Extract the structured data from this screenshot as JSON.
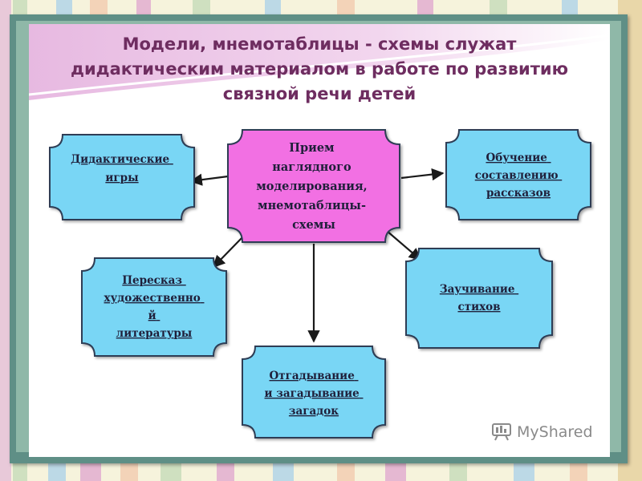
{
  "title_lines": [
    "Модели, мнемотаблицы - схемы служат",
    "дидактическим материалом в работе по развитию",
    "связной речи детей"
  ],
  "center": {
    "lines": [
      "Прием",
      "наглядного",
      "моделирования,",
      "мнемотаблицы-",
      "схемы"
    ]
  },
  "nodes": {
    "didactic": [
      "Дидактические",
      "игры"
    ],
    "stories": [
      "Обучение",
      "составлению",
      "рассказов"
    ],
    "retelling": [
      "Пересказ",
      "художественно",
      "й",
      "литературы"
    ],
    "poems": [
      "Заучивание",
      "стихов"
    ],
    "riddles": [
      "Отгадывание",
      "и загадывание",
      "загадок"
    ]
  },
  "logo": {
    "text": "MyShared"
  },
  "colors": {
    "center_fill": "#f26fe3",
    "node_fill": "#79d6f5",
    "title": "#6e2d60"
  }
}
